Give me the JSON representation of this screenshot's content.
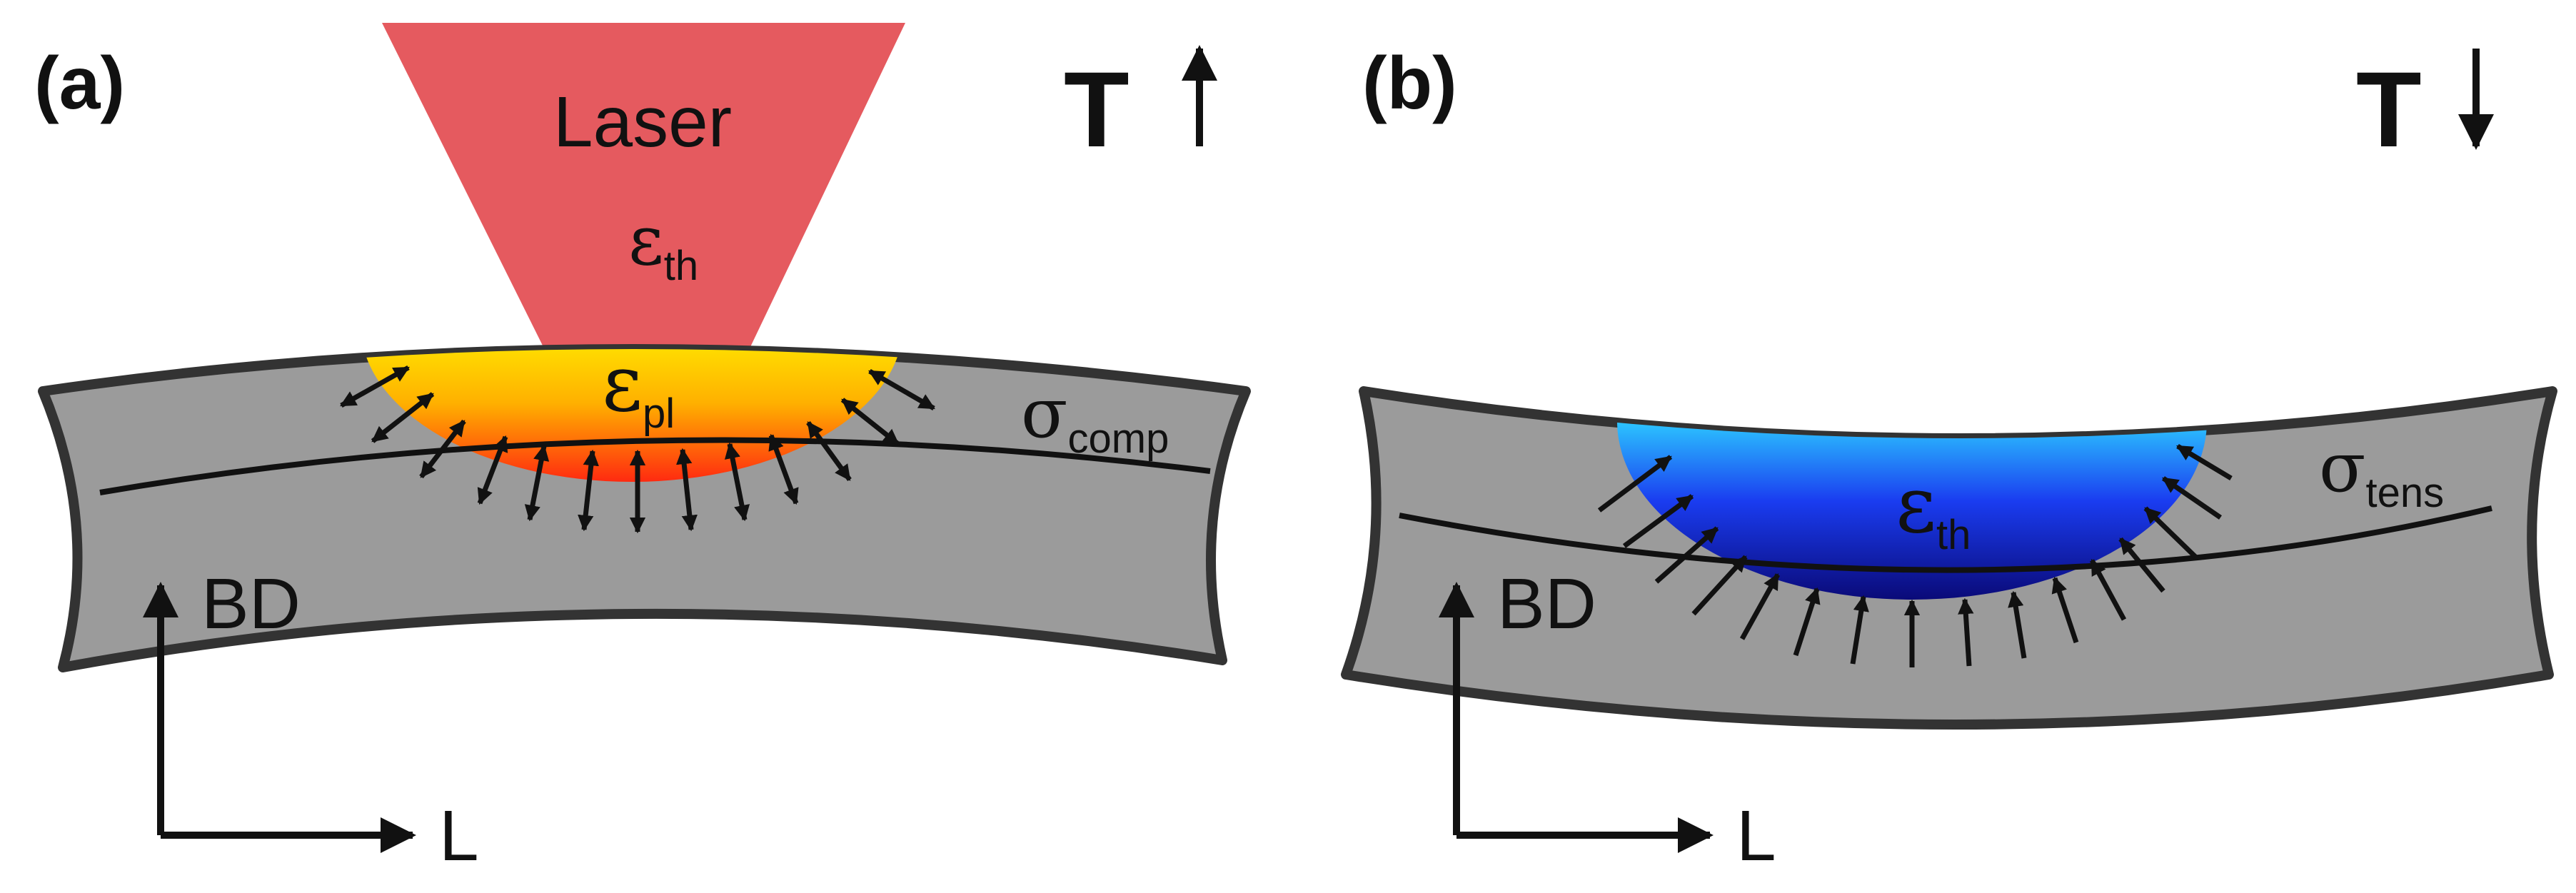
{
  "panels": [
    {
      "id": "a",
      "label": "(a)",
      "temperature": {
        "letter": "T",
        "direction": "up"
      },
      "laser": {
        "label": "Laser",
        "strain_symbol": "ε",
        "strain_sub": "th"
      },
      "zone": {
        "symbol": "ε",
        "sub": "pl",
        "colors": [
          "#ffee00",
          "#ffb000",
          "#ff2a10"
        ]
      },
      "stress": {
        "symbol": "σ",
        "sub": "comp"
      },
      "arrows": "double-headed",
      "axes": {
        "vertical": "BD",
        "horizontal": "L"
      }
    },
    {
      "id": "b",
      "label": "(b)",
      "temperature": {
        "letter": "T",
        "direction": "down"
      },
      "zone": {
        "symbol": "ε",
        "sub": "th",
        "colors": [
          "#2cc6ff",
          "#1a3cf0",
          "#0a0a78"
        ]
      },
      "stress": {
        "symbol": "σ",
        "sub": "tens"
      },
      "arrows": "inward-pointing",
      "axes": {
        "vertical": "BD",
        "horizontal": "L"
      }
    }
  ],
  "colors": {
    "laser": "#e55a5f",
    "slab": "#9b9b9b",
    "slab_outline": "#333333",
    "ink": "#111111"
  }
}
